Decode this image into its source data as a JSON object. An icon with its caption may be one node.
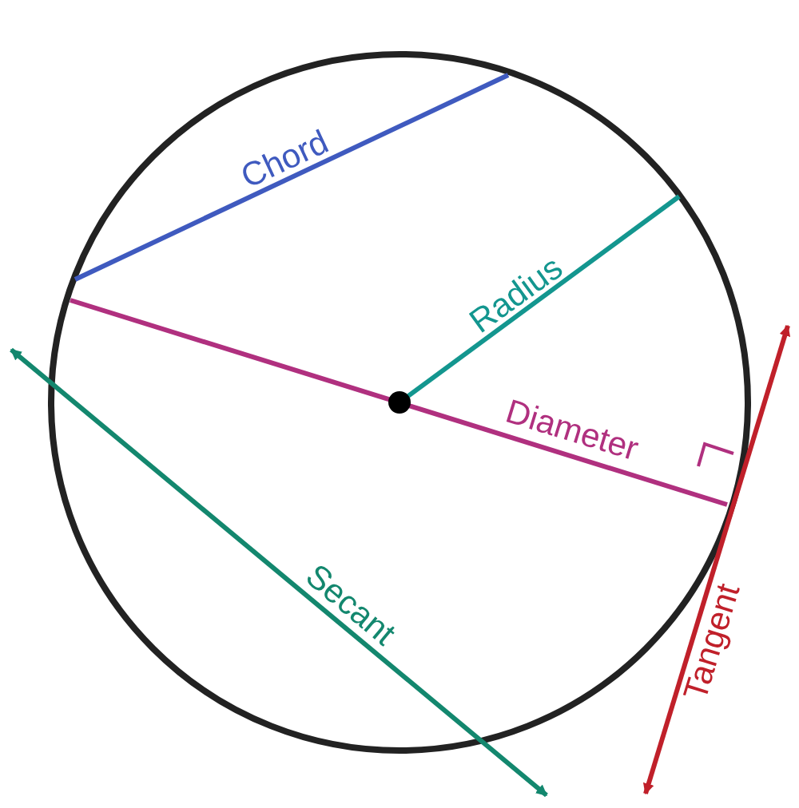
{
  "diagram": {
    "labels": [
      "Chord",
      "Radius",
      "Diameter",
      "Secant",
      "Tangent"
    ]
  }
}
